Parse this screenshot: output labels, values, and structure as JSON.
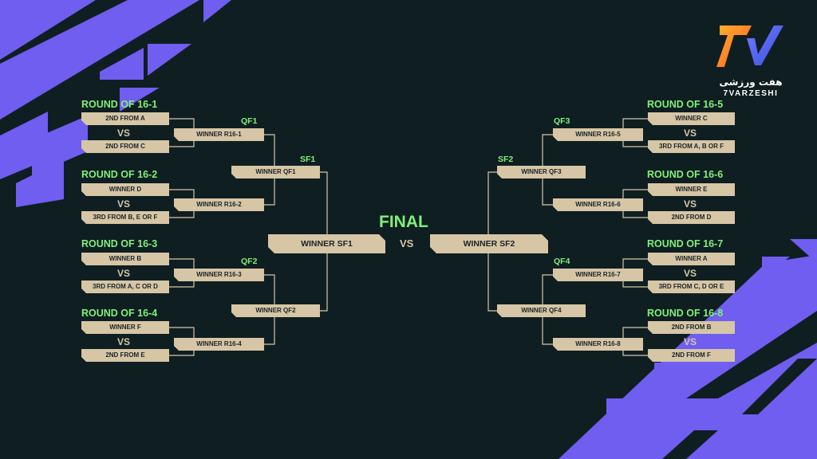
{
  "title": "FINAL",
  "center_vs": "VS",
  "finalists": {
    "left": "WINNER SF1",
    "right": "WINNER SF2"
  },
  "semi_finals": {
    "sf1": {
      "label": "SF1",
      "winner": "WINNER QF1",
      "runner": "WINNER QF2"
    },
    "sf2": {
      "label": "SF2",
      "winner": "WINNER QF3",
      "runner": "WINNER QF4"
    }
  },
  "quarter_finals": {
    "qf1": {
      "label": "QF1",
      "a": "WINNER R16-1",
      "b": "WINNER R16-2"
    },
    "qf2": {
      "label": "QF2",
      "a": "WINNER R16-3",
      "b": "WINNER R16-4"
    },
    "qf3": {
      "label": "QF3",
      "a": "WINNER R16-5",
      "b": "WINNER R16-6"
    },
    "qf4": {
      "label": "QF4",
      "a": "WINNER R16-7",
      "b": "WINNER R16-8"
    }
  },
  "round_of_16": {
    "r1": {
      "title": "ROUND OF 16-1",
      "team1": "2ND FROM  A",
      "vs": "VS",
      "team2": "2ND FROM  C"
    },
    "r2": {
      "title": "ROUND OF 16-2",
      "team1": "WINNER D",
      "vs": "VS",
      "team2": "3RD FROM B, E OR F"
    },
    "r3": {
      "title": "ROUND OF 16-3",
      "team1": "WINNER B",
      "vs": "VS",
      "team2": "3RD FROM A, C OR D"
    },
    "r4": {
      "title": "ROUND OF 16-4",
      "team1": "WINNER F",
      "vs": "VS",
      "team2": "2ND FROM  E"
    },
    "r5": {
      "title": "ROUND OF 16-5",
      "team1": "WINNER C",
      "vs": "VS",
      "team2": "3RD FROM A, B OR F"
    },
    "r6": {
      "title": "ROUND OF 16-6",
      "team1": "WINNER E",
      "vs": "VS",
      "team2": "2ND FROM  D"
    },
    "r7": {
      "title": "ROUND OF 16-7",
      "team1": "WINNER A",
      "vs": "VS",
      "team2": "3RD FROM C, D OR E"
    },
    "r8": {
      "title": "ROUND OF 16-8",
      "team1": "2ND FROM B",
      "vs": "VS",
      "team2": "2ND FROM F"
    }
  },
  "logo": {
    "text_fa": "هفت ورزشی",
    "text_en": "7VARZESHI"
  },
  "colors": {
    "background": "#0f1e21",
    "accent_purple": "#6f5ef0",
    "label_green": "#7ff07a",
    "box_beige": "#d6c6a6",
    "line": "#d6c6a6"
  }
}
